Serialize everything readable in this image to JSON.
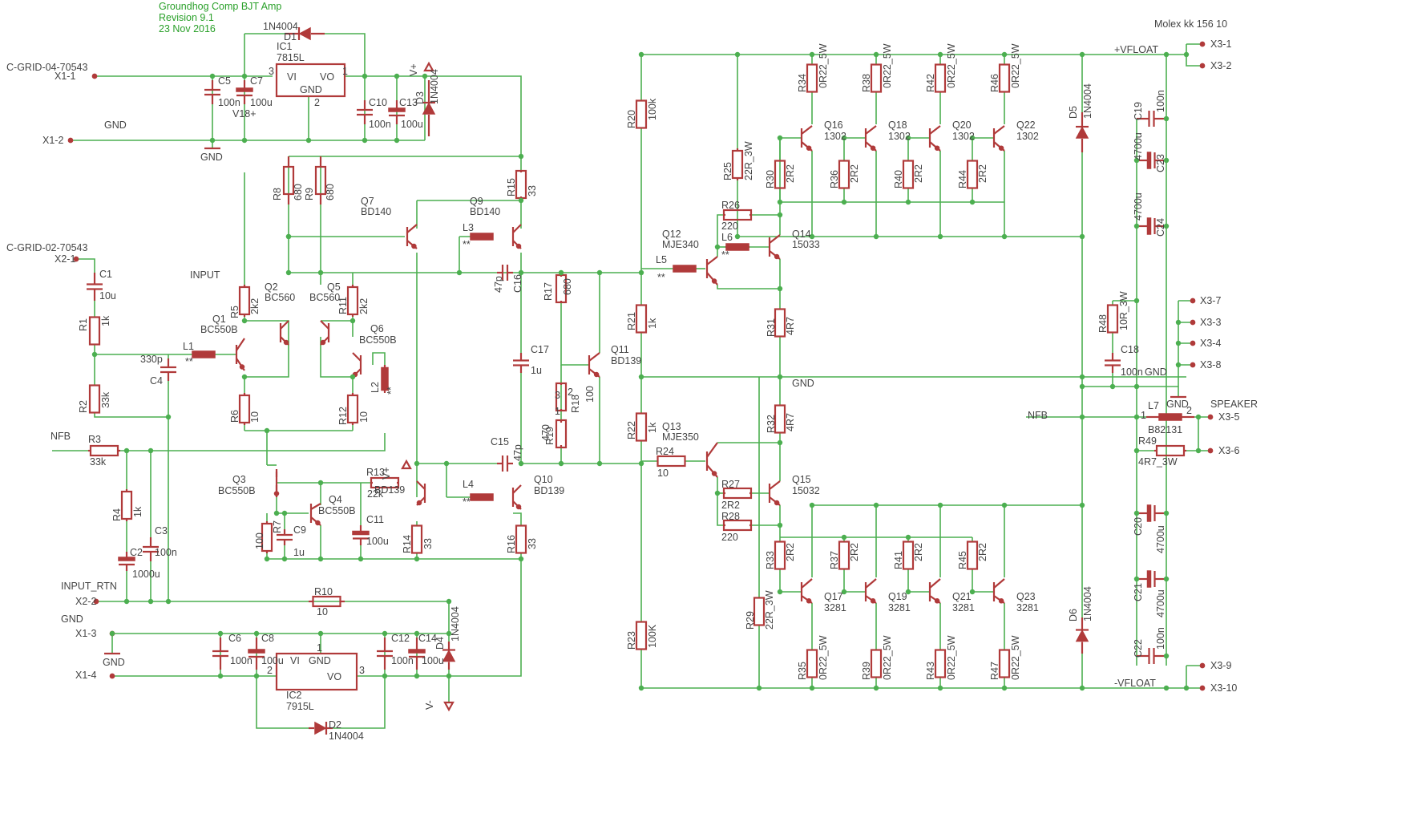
{
  "title_block": {
    "line1": "Groundhog Comp BJT Amp",
    "line2": "Revision 9.1",
    "line3": "23 Nov 2016",
    "color": "#2aa02a"
  },
  "connector_title": "Molex kk 156 10",
  "nets": {
    "vfloat_pos": "+VFLOAT",
    "vfloat_neg": "-VFLOAT",
    "gnd": "GND",
    "nfb": "NFB",
    "input": "INPUT",
    "input_rtn": "INPUT_RTN",
    "speaker": "SPEAKER",
    "vplus": "V+",
    "vminus": "V-",
    "v18": "V18+",
    "c_grid_04": "C-GRID-04-70543",
    "c_grid_02": "C-GRID-02-70543"
  },
  "connectors": {
    "x11": "X1-1",
    "x12": "X1-2",
    "x13": "X1-3",
    "x14": "X1-4",
    "x21": "X2-1",
    "x22": "X2-2",
    "x31": "X3-1",
    "x32": "X3-2",
    "x33": "X3-3",
    "x34": "X3-4",
    "x35": "X3-5",
    "x36": "X3-6",
    "x37": "X3-7",
    "x38": "X3-8",
    "x39": "X3-9",
    "x310": "X3-10"
  },
  "pins": {
    "p1": "1",
    "p2": "2",
    "p3": "3"
  },
  "ic": {
    "vi": "VI",
    "vo": "VO",
    "gnd": "GND"
  },
  "parts": {
    "IC1": "IC1",
    "IC1v": "7815L",
    "IC2": "IC2",
    "IC2v": "7915L",
    "D1": "D1",
    "D1v": "1N4004",
    "D2": "D2",
    "D2v": "1N4004",
    "D3": "D3",
    "D3v": "1N4004",
    "D4": "D4",
    "D4v": "1N4004",
    "D5": "D5",
    "D5v": "1N4004",
    "D6": "D6",
    "D6v": "1N4004",
    "C1": "C1",
    "C1v": "10u",
    "C2": "C2",
    "C2v": "1000u",
    "C3": "C3",
    "C3v": "100n",
    "C4": "C4",
    "C4v": "330p",
    "C5": "C5",
    "C5v": "100n",
    "C6": "C6",
    "C6v": "100n",
    "C7": "C7",
    "C7v": "100u",
    "C8": "C8",
    "C8v": "100u",
    "C9": "C9",
    "C9v": "1u",
    "C10": "C10",
    "C10v": "100n",
    "C11": "C11",
    "C11v": "100u",
    "C12": "C12",
    "C12v": "100n",
    "C13": "C13",
    "C13v": "100u",
    "C14": "C14",
    "C14v": "100u",
    "C15": "C15",
    "C15v": "47p",
    "C16": "C16",
    "C16v": "47p",
    "C17": "C17",
    "C17v": "1u",
    "C18": "C18",
    "C18v": "100n",
    "C19": "C19",
    "C19v": "100n",
    "C20": "C20",
    "C20v": "4700u",
    "C21": "C21",
    "C21v": "4700u",
    "C22": "C22",
    "C22v": "100n",
    "C23": "C23",
    "C23v": "4700u",
    "C24": "C24",
    "C24v": "4700u",
    "R1": "R1",
    "R1v": "1k",
    "R2": "R2",
    "R2v": "33k",
    "R3": "R3",
    "R3v": "33k",
    "R4": "R4",
    "R4v": "1k",
    "R5": "R5",
    "R5v": "2k2",
    "R6": "R6",
    "R6v": "10",
    "R7": "R7",
    "R7v": "100",
    "R8": "R8",
    "R8v": "680",
    "R9": "R9",
    "R9v": "680",
    "R10": "R10",
    "R10v": "10",
    "R11": "R11",
    "R11v": "2k2",
    "R12": "R12",
    "R12v": "10",
    "R13": "R13",
    "R13v": "22k",
    "R14": "R14",
    "R14v": "33",
    "R15": "R15",
    "R15v": "33",
    "R16": "R16",
    "R16v": "33",
    "R17": "R17",
    "R17v": "680",
    "R18": "R18",
    "R18v": "100",
    "R19": "R19",
    "R19v": "470",
    "R20": "R20",
    "R20v": "100k",
    "R21": "R21",
    "R21v": "1k",
    "R22": "R22",
    "R22v": "1k",
    "R23": "R23",
    "R23v": "100K",
    "R24": "R24",
    "R24v": "10",
    "R25": "R25",
    "R25v": "22R_3W",
    "R26": "R26",
    "R26v": "220",
    "R27": "R27",
    "R27v": "2R2",
    "R28": "R28",
    "R28v": "220",
    "R29": "R29",
    "R29v": "22R_3W",
    "R30": "R30",
    "R30v": "2R2",
    "R31": "R31",
    "R31v": "4R7",
    "R32": "R32",
    "R32v": "4R7",
    "R33": "R33",
    "R33v": "2R2",
    "R34": "R34",
    "R34v": "0R22_5W",
    "R35": "R35",
    "R35v": "0R22_5W",
    "R36": "R36",
    "R36v": "2R2",
    "R37": "R37",
    "R37v": "2R2",
    "R38": "R38",
    "R38v": "0R22_5W",
    "R39": "R39",
    "R39v": "0R22_5W",
    "R40": "R40",
    "R40v": "2R2",
    "R41": "R41",
    "R41v": "2R2",
    "R42": "R42",
    "R42v": "0R22_5W",
    "R43": "R43",
    "R43v": "0R22_5W",
    "R44": "R44",
    "R44v": "2R2",
    "R45": "R45",
    "R45v": "2R2",
    "R46": "R46",
    "R46v": "0R22_5W",
    "R47": "R47",
    "R47v": "0R22_5W",
    "R48": "R48",
    "R48v": "10R_3W",
    "R49": "R49",
    "R49v": "4R7_3W",
    "L1": "L1",
    "L2": "L2",
    "L3": "L3",
    "L4": "L4",
    "L5": "L5",
    "L6": "L6",
    "L7": "L7",
    "L7v": "B82131",
    "lstar": "**",
    "Q1": "Q1",
    "Q1v": "BC550B",
    "Q2": "Q2",
    "Q2v": "BC560",
    "Q3": "Q3",
    "Q3v": "BC550B",
    "Q4": "Q4",
    "Q4v": "BC550B",
    "Q5": "Q5",
    "Q5v": "BC560",
    "Q6": "Q6",
    "Q6v": "BC550B",
    "Q7": "Q7",
    "Q7v": "BD140",
    "Q9": "Q9",
    "Q9v": "BD140",
    "Q10": "Q10",
    "Q10v": "BD139",
    "Q11": "Q11",
    "Q11v": "BD139",
    "Q12": "Q12",
    "Q12v": "MJE340",
    "Q13": "Q13",
    "Q13v": "MJE350",
    "Q14": "Q14",
    "Q14v": "15033",
    "Q15": "Q15",
    "Q15v": "15032",
    "Q16": "Q16",
    "Q16v": "1302",
    "Q17": "Q17",
    "Q17v": "3281",
    "Q18": "Q18",
    "Q18v": "1302",
    "Q19": "Q19",
    "Q19v": "3281",
    "Q20": "Q20",
    "Q20v": "1302",
    "Q21": "Q21",
    "Q21v": "3281",
    "Q22": "Q22",
    "Q22v": "1302",
    "Q23": "Q23",
    "Q23v": "3281"
  },
  "colors": {
    "wire": "#4caf50",
    "component": "#b03a3a",
    "text": "#444444",
    "title": "#2aa02a"
  }
}
